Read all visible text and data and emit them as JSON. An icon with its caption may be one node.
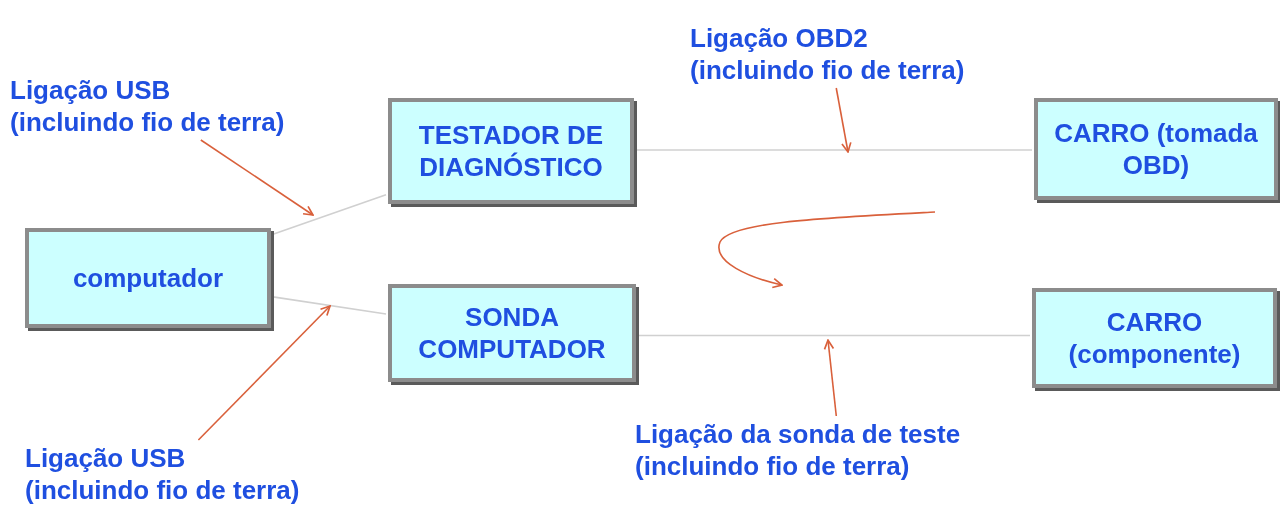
{
  "diagram": {
    "nodes": [
      {
        "text": [
          "Ligação OBD2 (incluindo fio de terra)"
        ]
      },
      {
        "text": [
          "Ligação USB (incluindo fio de terra)"
        ]
      },
      {
        "text": [
          "TESTADOR DE DIAGNÓSTICO"
        ]
      },
      {
        "text": [
          "CARRO (tomada OBD)"
        ]
      },
      {
        "text": [
          "computador"
        ]
      },
      {
        "text": [
          "SONDA COMPUTADOR"
        ]
      },
      {
        "text": [
          "CARRO (componente)"
        ]
      },
      {
        "text": [
          "Ligação da sonda de teste (incluindo fio de terra)"
        ]
      },
      {
        "text": [
          "Ligação USB (incluindo fio de terra)"
        ]
      }
    ],
    "edges": [
      {
        "from": 4,
        "to": 2,
        "arrow": "none"
      },
      {
        "from": 4,
        "to": 5,
        "arrow": "none"
      },
      {
        "from": 2,
        "to": 3,
        "arrow": "none"
      },
      {
        "from": 5,
        "to": 6,
        "arrow": "none"
      },
      {
        "from": 1,
        "to": null,
        "arrow": "to",
        "color": "#d9603b"
      },
      {
        "from": 8,
        "to": null,
        "arrow": "to",
        "color": "#d9603b"
      },
      {
        "from": 0,
        "to": null,
        "arrow": "to",
        "color": "#d9603b"
      },
      {
        "from": 7,
        "to": null,
        "arrow": "to",
        "color": "#d9603b"
      }
    ]
  }
}
